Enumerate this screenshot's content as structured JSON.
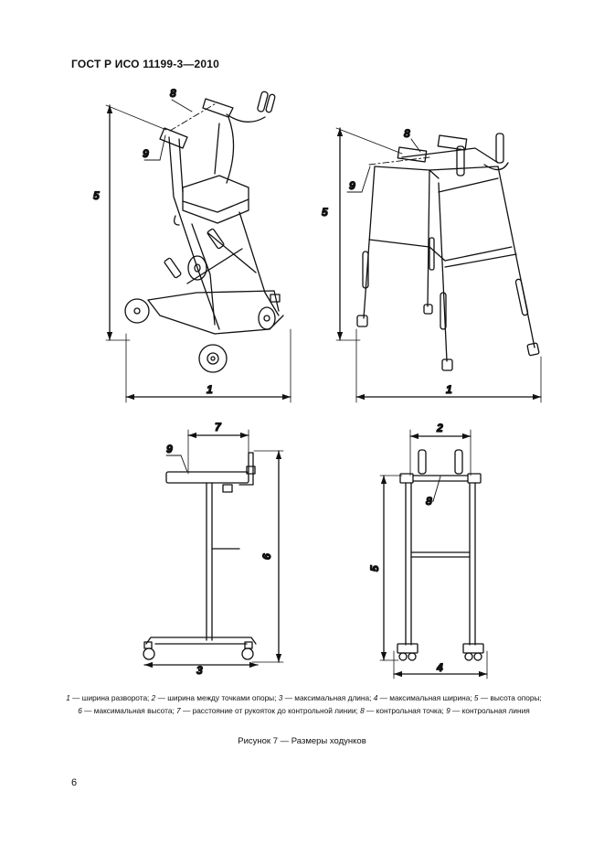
{
  "header": "ГОСТ Р ИСО 11199-3—2010",
  "callouts": {
    "top_left": {
      "l1": "1",
      "l5": "5",
      "l8": "8",
      "l9": "9"
    },
    "top_right": {
      "l1": "1",
      "l5": "5",
      "l8": "8",
      "l9": "9"
    },
    "bottom_left": {
      "l3": "3",
      "l6": "6",
      "l7": "7",
      "l9": "9"
    },
    "bottom_right": {
      "l2": "2",
      "l4": "4",
      "l5": "5",
      "l8": "8"
    }
  },
  "legend": [
    {
      "num": "1",
      "text": " — ширина разворота; "
    },
    {
      "num": "2",
      "text": " — ширина между точками опоры; "
    },
    {
      "num": "3",
      "text": " — максимальная длина; "
    },
    {
      "num": "4",
      "text": " — максимальная ширина; "
    },
    {
      "num": "5",
      "text": " — высота опоры; "
    },
    {
      "num": "6",
      "text": " — максимальная высота; "
    },
    {
      "num": "7",
      "text": " — расстояние от рукояток до контрольной линии; "
    },
    {
      "num": "8",
      "text": " — контрольная точка; "
    },
    {
      "num": "9",
      "text": " — контрольная линия"
    }
  ],
  "caption": "Рисунок 7 — Размеры ходунков",
  "page_number": "6"
}
